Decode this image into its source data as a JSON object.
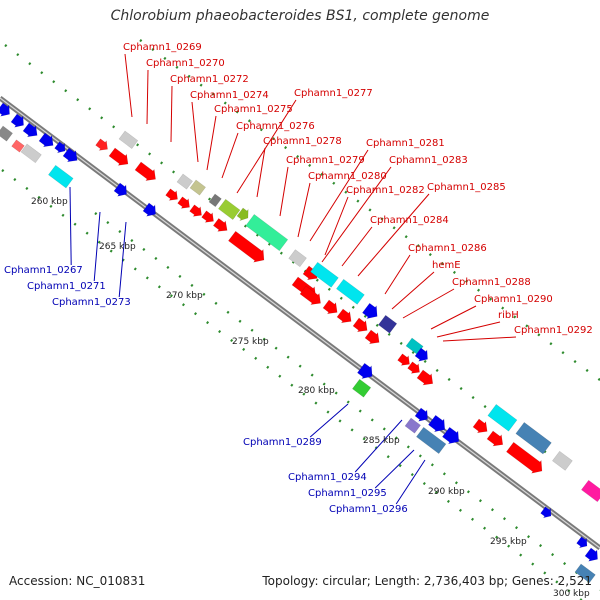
{
  "title": "Chlorobium phaeobacteroides BS1, complete genome",
  "footer": {
    "accession": "Accession: NC_010831",
    "topology": "Topology: circular; Length: 2,736,403 bp; Genes: 2,521"
  },
  "colors": {
    "forward_label": "#d40000",
    "reverse_label": "#0000b4",
    "backbone": "#808080",
    "tick": "#2e8b2e"
  },
  "kbp_ticks": [
    "260 kbp",
    "265 kbp",
    "270 kbp",
    "275 kbp",
    "280 kbp",
    "285 kbp",
    "290 kbp",
    "295 kbp",
    "300 kbp"
  ],
  "forward_labels": [
    "Cphamn1_0269",
    "Cphamn1_0270",
    "Cphamn1_0272",
    "Cphamn1_0274",
    "Cphamn1_0275",
    "Cphamn1_0276",
    "Cphamn1_0277",
    "Cphamn1_0278",
    "Cphamn1_0279",
    "Cphamn1_0280",
    "Cphamn1_0281",
    "Cphamn1_0282",
    "Cphamn1_0283",
    "Cphamn1_0284",
    "Cphamn1_0285",
    "Cphamn1_0286",
    "hemE",
    "Cphamn1_0288",
    "Cphamn1_0290",
    "ribH",
    "Cphamn1_0292"
  ],
  "reverse_labels": [
    "Cphamn1_0267",
    "Cphamn1_0271",
    "Cphamn1_0273",
    "Cphamn1_0289",
    "Cphamn1_0294",
    "Cphamn1_0295",
    "Cphamn1_0296"
  ]
}
